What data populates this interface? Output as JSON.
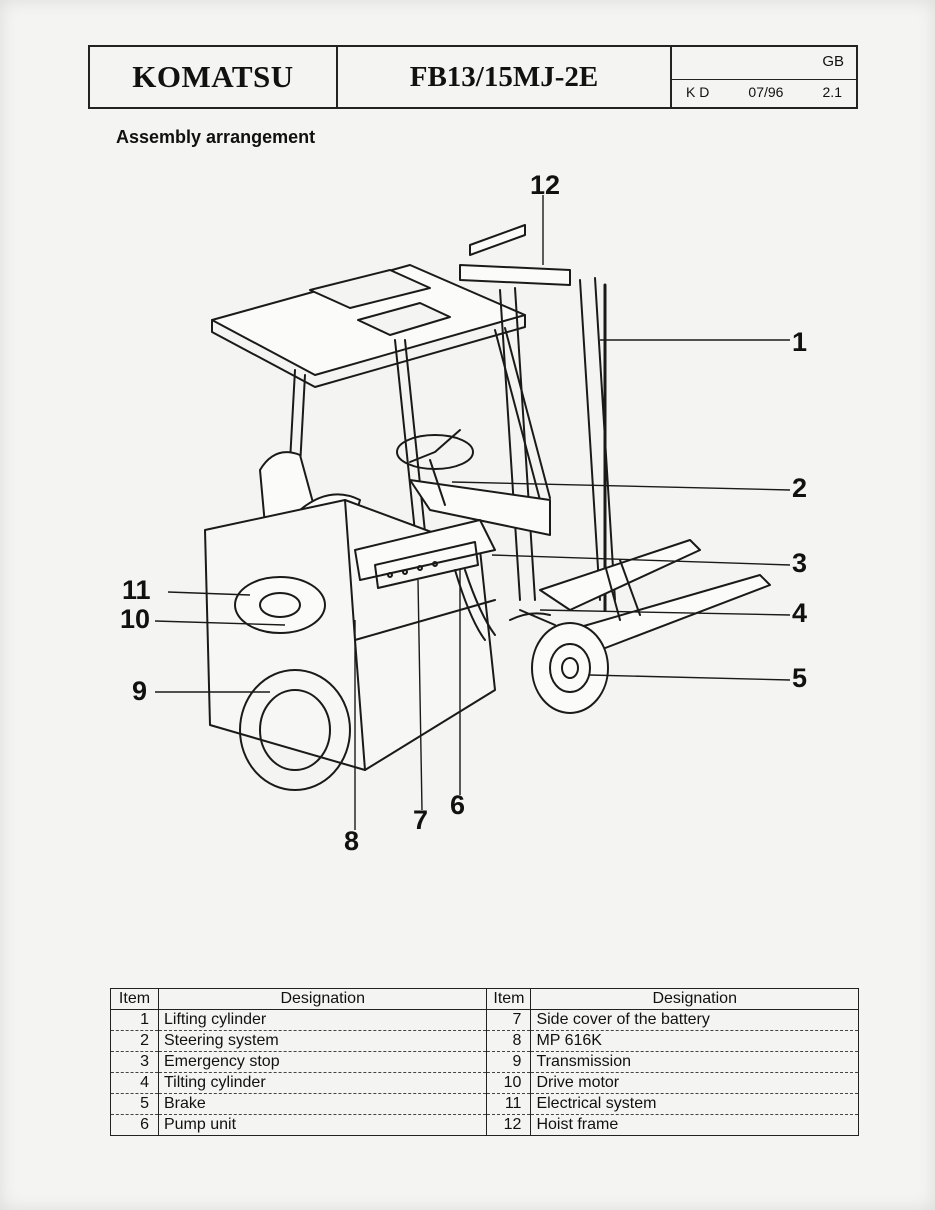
{
  "header": {
    "brand": "KOMATSU",
    "model": "FB13/15MJ-2E",
    "language": "GB",
    "code": "K D",
    "date": "07/96",
    "section": "2.1"
  },
  "title": "Assembly arrangement",
  "callouts": [
    "1",
    "2",
    "3",
    "4",
    "5",
    "6",
    "7",
    "8",
    "9",
    "10",
    "11",
    "12"
  ],
  "table": {
    "headers": [
      "Item",
      "Designation",
      "Item",
      "Designation"
    ],
    "rows": [
      {
        "left_item": "1",
        "left_designation": "Lifting cylinder",
        "right_item": "7",
        "right_designation": "Side cover of the battery"
      },
      {
        "left_item": "2",
        "left_designation": "Steering system",
        "right_item": "8",
        "right_designation": "MP 616K"
      },
      {
        "left_item": "3",
        "left_designation": "Emergency stop",
        "right_item": "9",
        "right_designation": "Transmission"
      },
      {
        "left_item": "4",
        "left_designation": "Tilting cylinder",
        "right_item": "10",
        "right_designation": "Drive motor"
      },
      {
        "left_item": "5",
        "left_designation": "Brake",
        "right_item": "11",
        "right_designation": "Electrical system"
      },
      {
        "left_item": "6",
        "left_designation": "Pump unit",
        "right_item": "12",
        "right_designation": "Hoist frame"
      }
    ]
  },
  "colors": {
    "ink": "#111111",
    "paper": "#f4f4f2"
  }
}
